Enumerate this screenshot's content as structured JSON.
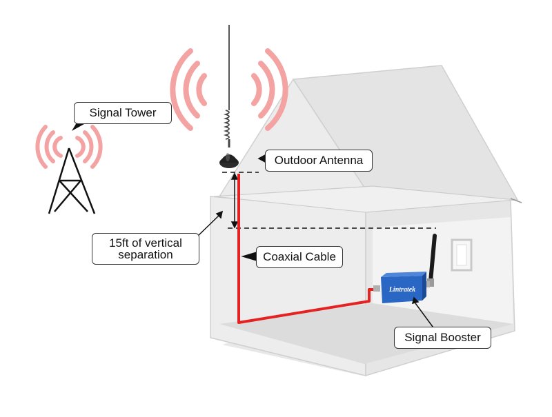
{
  "labels": {
    "signal_tower": "Signal Tower",
    "outdoor_antenna": "Outdoor Antenna",
    "vertical_separation_line1": "15ft of vertical",
    "vertical_separation_line2": "separation",
    "coaxial_cable": "Coaxial Cable",
    "signal_booster": "Signal Booster"
  },
  "device": {
    "brand": "Lintratek"
  },
  "colors": {
    "signal_waves": "#f4a3a3",
    "cable": "#e52222",
    "booster_body": "#2a66c4"
  }
}
